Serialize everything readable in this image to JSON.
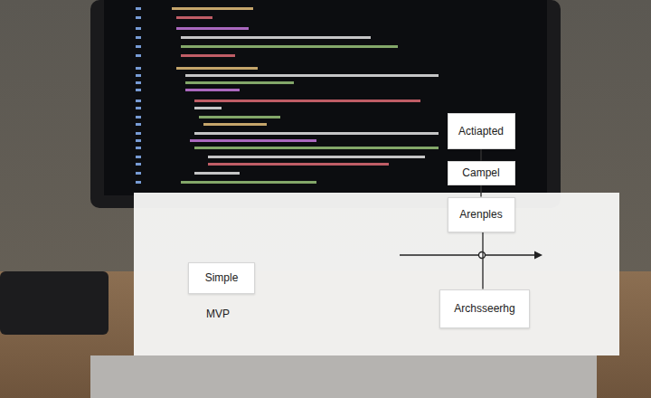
{
  "diagram": {
    "nodes": [
      {
        "text": [
          "Actiapted"
        ]
      },
      {
        "text": [
          "Campel"
        ]
      },
      {
        "text": [
          "Arenples"
        ]
      },
      {
        "text": [
          "Simple"
        ]
      },
      {
        "text": [
          "Archsseerhg"
        ]
      }
    ],
    "edges": [
      {
        "from": 0,
        "to": 1,
        "arrow": "none"
      },
      {
        "from": 1,
        "to": 2,
        "arrow": "none"
      },
      {
        "from": 2,
        "to": 4,
        "arrow": "none"
      }
    ],
    "labels": [
      "MVP"
    ]
  }
}
